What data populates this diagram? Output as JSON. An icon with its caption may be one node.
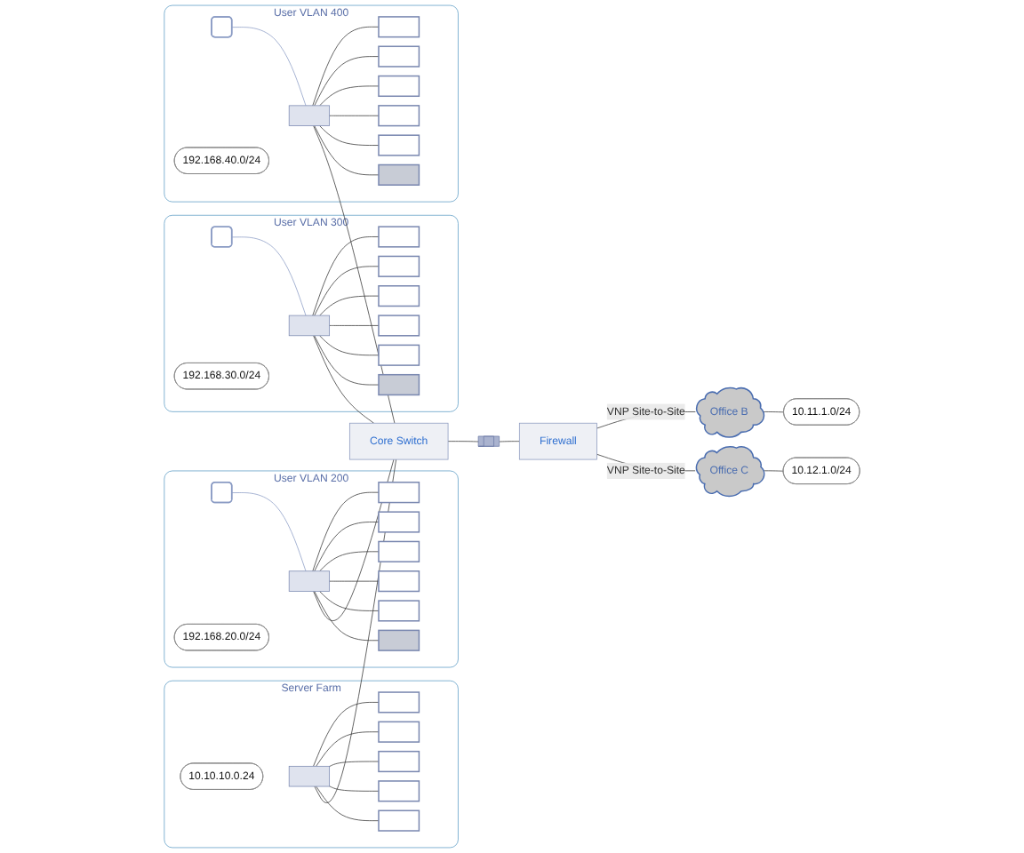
{
  "diagram": {
    "nodes": [
      {
        "text": [
          "Server Farm"
        ]
      },
      {
        "text": [],
        "shape": "switch",
        "in": 0
      },
      {
        "text": [],
        "shape": "computer",
        "in": 0
      },
      {
        "text": [],
        "shape": "computer",
        "in": 0
      },
      {
        "text": [],
        "shape": "computer",
        "in": 0
      },
      {
        "text": [],
        "shape": "computer",
        "in": 0
      },
      {
        "text": [],
        "shape": "computer",
        "in": 0
      },
      {
        "text": [
          "10.10.10.0.24"
        ],
        "in": 0
      },
      {
        "text": [
          "User VLAN 200"
        ]
      },
      {
        "text": [],
        "shape": "phone",
        "in": 8
      },
      {
        "text": [],
        "shape": "switch",
        "in": 8
      },
      {
        "text": [],
        "shape": "computer",
        "in": 8
      },
      {
        "text": [],
        "shape": "computer",
        "in": 8
      },
      {
        "text": [],
        "shape": "computer",
        "in": 8
      },
      {
        "text": [],
        "shape": "computer",
        "in": 8
      },
      {
        "text": [],
        "shape": "computer",
        "in": 8
      },
      {
        "text": [],
        "shape": "printer",
        "in": 8
      },
      {
        "text": [
          "192.168.20.0/24"
        ],
        "in": 8
      },
      {
        "text": [
          "User VLAN 300"
        ]
      },
      {
        "text": [],
        "shape": "phone",
        "in": 18
      },
      {
        "text": [],
        "shape": "switch",
        "in": 18
      },
      {
        "text": [],
        "shape": "computer",
        "in": 18
      },
      {
        "text": [],
        "shape": "computer",
        "in": 18
      },
      {
        "text": [],
        "shape": "computer",
        "in": 18
      },
      {
        "text": [],
        "shape": "computer",
        "in": 18
      },
      {
        "text": [],
        "shape": "computer",
        "in": 18
      },
      {
        "text": [],
        "shape": "printer",
        "in": 18
      },
      {
        "text": [
          "192.168.30.0/24"
        ],
        "in": 18
      },
      {
        "text": [
          "User VLAN 400"
        ]
      },
      {
        "text": [],
        "shape": "phone",
        "in": 28
      },
      {
        "text": [],
        "shape": "switch",
        "in": 28
      },
      {
        "text": [],
        "shape": "computer",
        "in": 28
      },
      {
        "text": [],
        "shape": "computer",
        "in": 28
      },
      {
        "text": [],
        "shape": "computer",
        "in": 28
      },
      {
        "text": [],
        "shape": "computer",
        "in": 28
      },
      {
        "text": [],
        "shape": "computer",
        "in": 28
      },
      {
        "text": [],
        "shape": "printer",
        "in": 28
      },
      {
        "text": [
          "192.168.40.0/24"
        ],
        "in": 28
      },
      {
        "text": [
          "Core Switch"
        ]
      },
      {
        "text": [],
        "shape": "firewall"
      },
      {
        "text": [
          "Firewall"
        ]
      },
      {
        "text": [
          "Office B"
        ]
      },
      {
        "text": [
          "10.11.1.0/24"
        ]
      },
      {
        "text": [
          "Office C"
        ]
      },
      {
        "text": [
          "10.12.1.0/24"
        ]
      }
    ],
    "edges": [
      {
        "from": 1,
        "to": 2,
        "arrow": "none"
      },
      {
        "from": 1,
        "to": 3,
        "arrow": "none"
      },
      {
        "from": 1,
        "to": 4,
        "arrow": "none"
      },
      {
        "from": 1,
        "to": 5,
        "arrow": "none"
      },
      {
        "from": 1,
        "to": 6,
        "arrow": "none"
      },
      {
        "from": 9,
        "to": 10,
        "arrow": "none",
        "color": "#8a9bc4"
      },
      {
        "from": 10,
        "to": 11,
        "arrow": "none"
      },
      {
        "from": 10,
        "to": 12,
        "arrow": "none"
      },
      {
        "from": 10,
        "to": 13,
        "arrow": "none"
      },
      {
        "from": 10,
        "to": 14,
        "arrow": "none"
      },
      {
        "from": 10,
        "to": 15,
        "arrow": "none"
      },
      {
        "from": 10,
        "to": 16,
        "arrow": "none"
      },
      {
        "from": 19,
        "to": 20,
        "arrow": "none",
        "color": "#8a9bc4"
      },
      {
        "from": 20,
        "to": 21,
        "arrow": "none"
      },
      {
        "from": 20,
        "to": 22,
        "arrow": "none"
      },
      {
        "from": 20,
        "to": 23,
        "arrow": "none"
      },
      {
        "from": 20,
        "to": 24,
        "arrow": "none"
      },
      {
        "from": 20,
        "to": 25,
        "arrow": "none"
      },
      {
        "from": 20,
        "to": 26,
        "arrow": "none"
      },
      {
        "from": 29,
        "to": 30,
        "arrow": "none",
        "color": "#8a9bc4"
      },
      {
        "from": 30,
        "to": 31,
        "arrow": "none"
      },
      {
        "from": 30,
        "to": 32,
        "arrow": "none"
      },
      {
        "from": 30,
        "to": 33,
        "arrow": "none"
      },
      {
        "from": 30,
        "to": 34,
        "arrow": "none"
      },
      {
        "from": 30,
        "to": 35,
        "arrow": "none"
      },
      {
        "from": 30,
        "to": 36,
        "arrow": "none"
      },
      {
        "from": 1,
        "to": 38,
        "arrow": "none"
      },
      {
        "from": 10,
        "to": 38,
        "arrow": "none"
      },
      {
        "from": 20,
        "to": 38,
        "arrow": "none"
      },
      {
        "from": 30,
        "to": 38,
        "arrow": "none"
      },
      {
        "from": 38,
        "to": 39,
        "arrow": "none"
      },
      {
        "from": 39,
        "to": 40,
        "arrow": "none"
      },
      {
        "from": 40,
        "to": 41,
        "label": "VNP Site-to-Site",
        "arrow": "none"
      },
      {
        "from": 40,
        "to": 43,
        "label": "VNP Site-to-Site",
        "arrow": "none"
      },
      {
        "from": 41,
        "to": 42,
        "arrow": "none"
      },
      {
        "from": 43,
        "to": 44,
        "arrow": "none"
      }
    ]
  }
}
